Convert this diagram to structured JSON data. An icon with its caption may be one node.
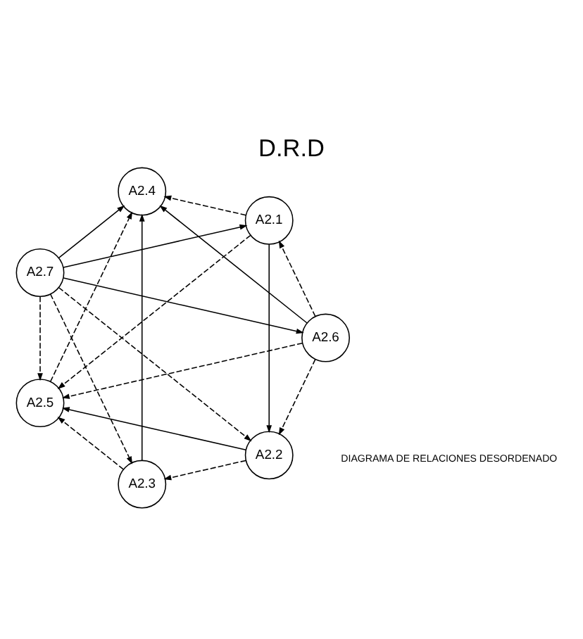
{
  "diagram": {
    "title": "D.R.D",
    "labels": [
      "DIAGRAMA DE RELACIONES DESORDENADO"
    ],
    "nodes": [
      {
        "text": [
          "A2.1"
        ]
      },
      {
        "text": [
          "A2.2"
        ]
      },
      {
        "text": [
          "A2.3"
        ]
      },
      {
        "text": [
          "A2.4"
        ]
      },
      {
        "text": [
          "A2.5"
        ]
      },
      {
        "text": [
          "A2.6"
        ]
      },
      {
        "text": [
          "A2.7"
        ]
      }
    ],
    "edges": [
      {
        "from": 6,
        "to": 0,
        "arrow": "to"
      },
      {
        "from": 6,
        "to": 1,
        "arrow": "to",
        "style": "dashed"
      },
      {
        "from": 6,
        "to": 2,
        "arrow": "to",
        "style": "dashed"
      },
      {
        "from": 6,
        "to": 3,
        "arrow": "to"
      },
      {
        "from": 6,
        "to": 4,
        "arrow": "to",
        "style": "dashed"
      },
      {
        "from": 6,
        "to": 5,
        "arrow": "to"
      },
      {
        "from": 0,
        "to": 1,
        "arrow": "to"
      },
      {
        "from": 0,
        "to": 3,
        "arrow": "to",
        "style": "dashed"
      },
      {
        "from": 0,
        "to": 4,
        "arrow": "to",
        "style": "dashed"
      },
      {
        "from": 5,
        "to": 0,
        "arrow": "to",
        "style": "dashed"
      },
      {
        "from": 5,
        "to": 1,
        "arrow": "to",
        "style": "dashed"
      },
      {
        "from": 1,
        "to": 4,
        "arrow": "to"
      },
      {
        "from": 1,
        "to": 2,
        "arrow": "to",
        "style": "dashed"
      },
      {
        "from": 2,
        "to": 4,
        "arrow": "to",
        "style": "dashed"
      },
      {
        "from": 2,
        "to": 3,
        "arrow": "to"
      },
      {
        "from": 5,
        "to": 3,
        "arrow": "to"
      },
      {
        "from": 5,
        "to": 4,
        "arrow": "to",
        "style": "dashed"
      },
      {
        "from": 4,
        "to": 3,
        "arrow": "to",
        "style": "dashed"
      }
    ]
  }
}
